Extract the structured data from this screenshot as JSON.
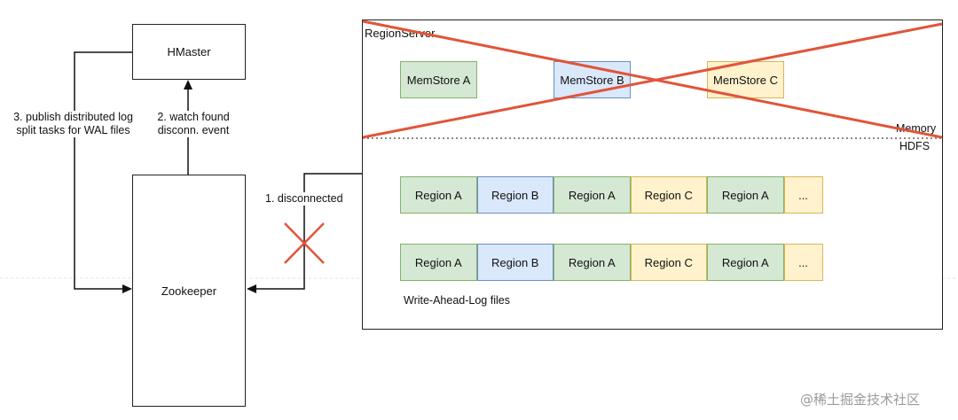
{
  "nodes": {
    "hmaster": "HMaster",
    "zookeeper": "Zookeeper",
    "regionserver": "RegionServer"
  },
  "edges": {
    "publish": [
      "3. publish distributed log",
      "split tasks for WAL files"
    ],
    "watch": [
      "2. watch found",
      "disconn. event"
    ],
    "disconnected": "1. disconnected"
  },
  "memstores": [
    {
      "label": "MemStore A",
      "color": "green"
    },
    {
      "label": "MemStore B",
      "color": "blue"
    },
    {
      "label": "MemStore C",
      "color": "yellow"
    }
  ],
  "memory_label": "Memory",
  "hdfs_label": "HDFS",
  "wal_rows": [
    [
      {
        "label": "Region A",
        "color": "green"
      },
      {
        "label": "Region B",
        "color": "blue"
      },
      {
        "label": "Region A",
        "color": "green"
      },
      {
        "label": "Region C",
        "color": "yellow"
      },
      {
        "label": "Region A",
        "color": "green"
      },
      {
        "label": "...",
        "color": "yellow"
      }
    ],
    [
      {
        "label": "Region A",
        "color": "green"
      },
      {
        "label": "Region B",
        "color": "blue"
      },
      {
        "label": "Region A",
        "color": "green"
      },
      {
        "label": "Region C",
        "color": "yellow"
      },
      {
        "label": "Region A",
        "color": "green"
      },
      {
        "label": "...",
        "color": "yellow"
      }
    ]
  ],
  "wal_label": "Write-Ahead-Log files",
  "colors": {
    "green_fill": "#d5e8d4",
    "green_stroke": "#82b366",
    "blue_fill": "#dae8fc",
    "blue_stroke": "#6c8ebf",
    "yellow_fill": "#fff2cc",
    "yellow_stroke": "#d6b656",
    "cross": "#e0553a"
  },
  "watermark": "@稀土掘金技术社区"
}
